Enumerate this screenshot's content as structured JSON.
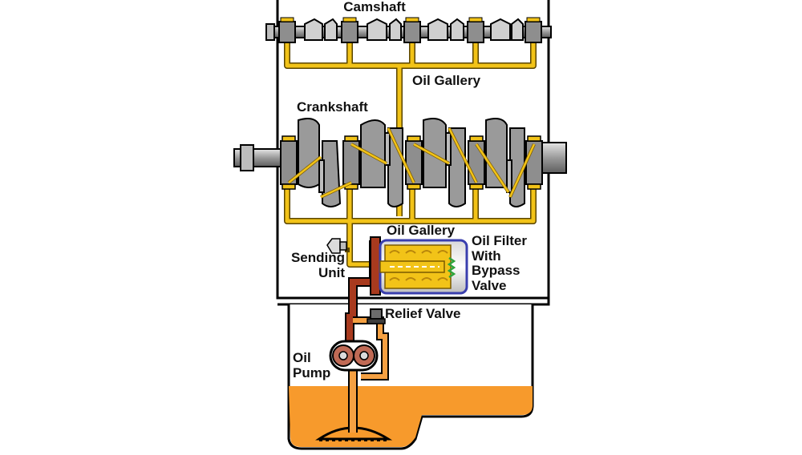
{
  "diagram": {
    "labels": {
      "camshaft": "Camshaft",
      "oil_gallery_top": "Oil Gallery",
      "crankshaft": "Crankshaft",
      "oil_gallery_mid": "Oil Gallery",
      "sending_unit_line1": "Sending",
      "sending_unit_line2": "Unit",
      "oil_filter_line1": "Oil Filter",
      "oil_filter_line2": "With",
      "oil_filter_line3": "Bypass",
      "oil_filter_line4": "Valve",
      "relief_valve": "Relief Valve",
      "oil_pump_line1": "Oil",
      "oil_pump_line2": "Pump"
    },
    "colors": {
      "oil_line": "#f2c318",
      "oil_line_dark": "#7a5b00",
      "oil_sump": "#f79a2c",
      "pressure_red": "#a83a1e",
      "suction_orange": "#f5a042",
      "shaft_gray": "#8e8e8e",
      "shaft_light": "#dcdcdc",
      "engine_outline": "#000000",
      "filter_blue": "#3a3fae",
      "bypass_spring": "#2ea33a"
    }
  }
}
